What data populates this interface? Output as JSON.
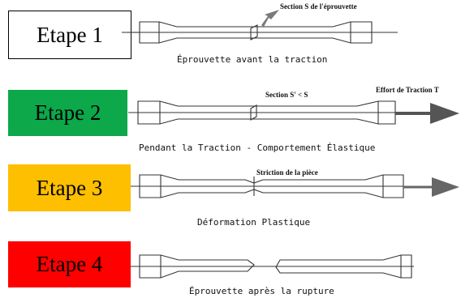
{
  "stages": [
    {
      "label": "Etape 1",
      "color": "#ffffff",
      "caption": "Éprouvette avant la traction",
      "note": "Section S de l'éprouvette"
    },
    {
      "label": "Etape 2",
      "color": "#0ca84a",
      "caption": "Pendant la Traction - Comportement Élastique",
      "note": "Section S' < S",
      "force": "Effort de Traction T"
    },
    {
      "label": "Etape 3",
      "color": "#fdbf00",
      "caption": "Déformation Plastique",
      "note": "Striction de la pièce"
    },
    {
      "label": "Etape 4",
      "color": "#fe0000",
      "caption": "Éprouvette après la rupture"
    }
  ]
}
